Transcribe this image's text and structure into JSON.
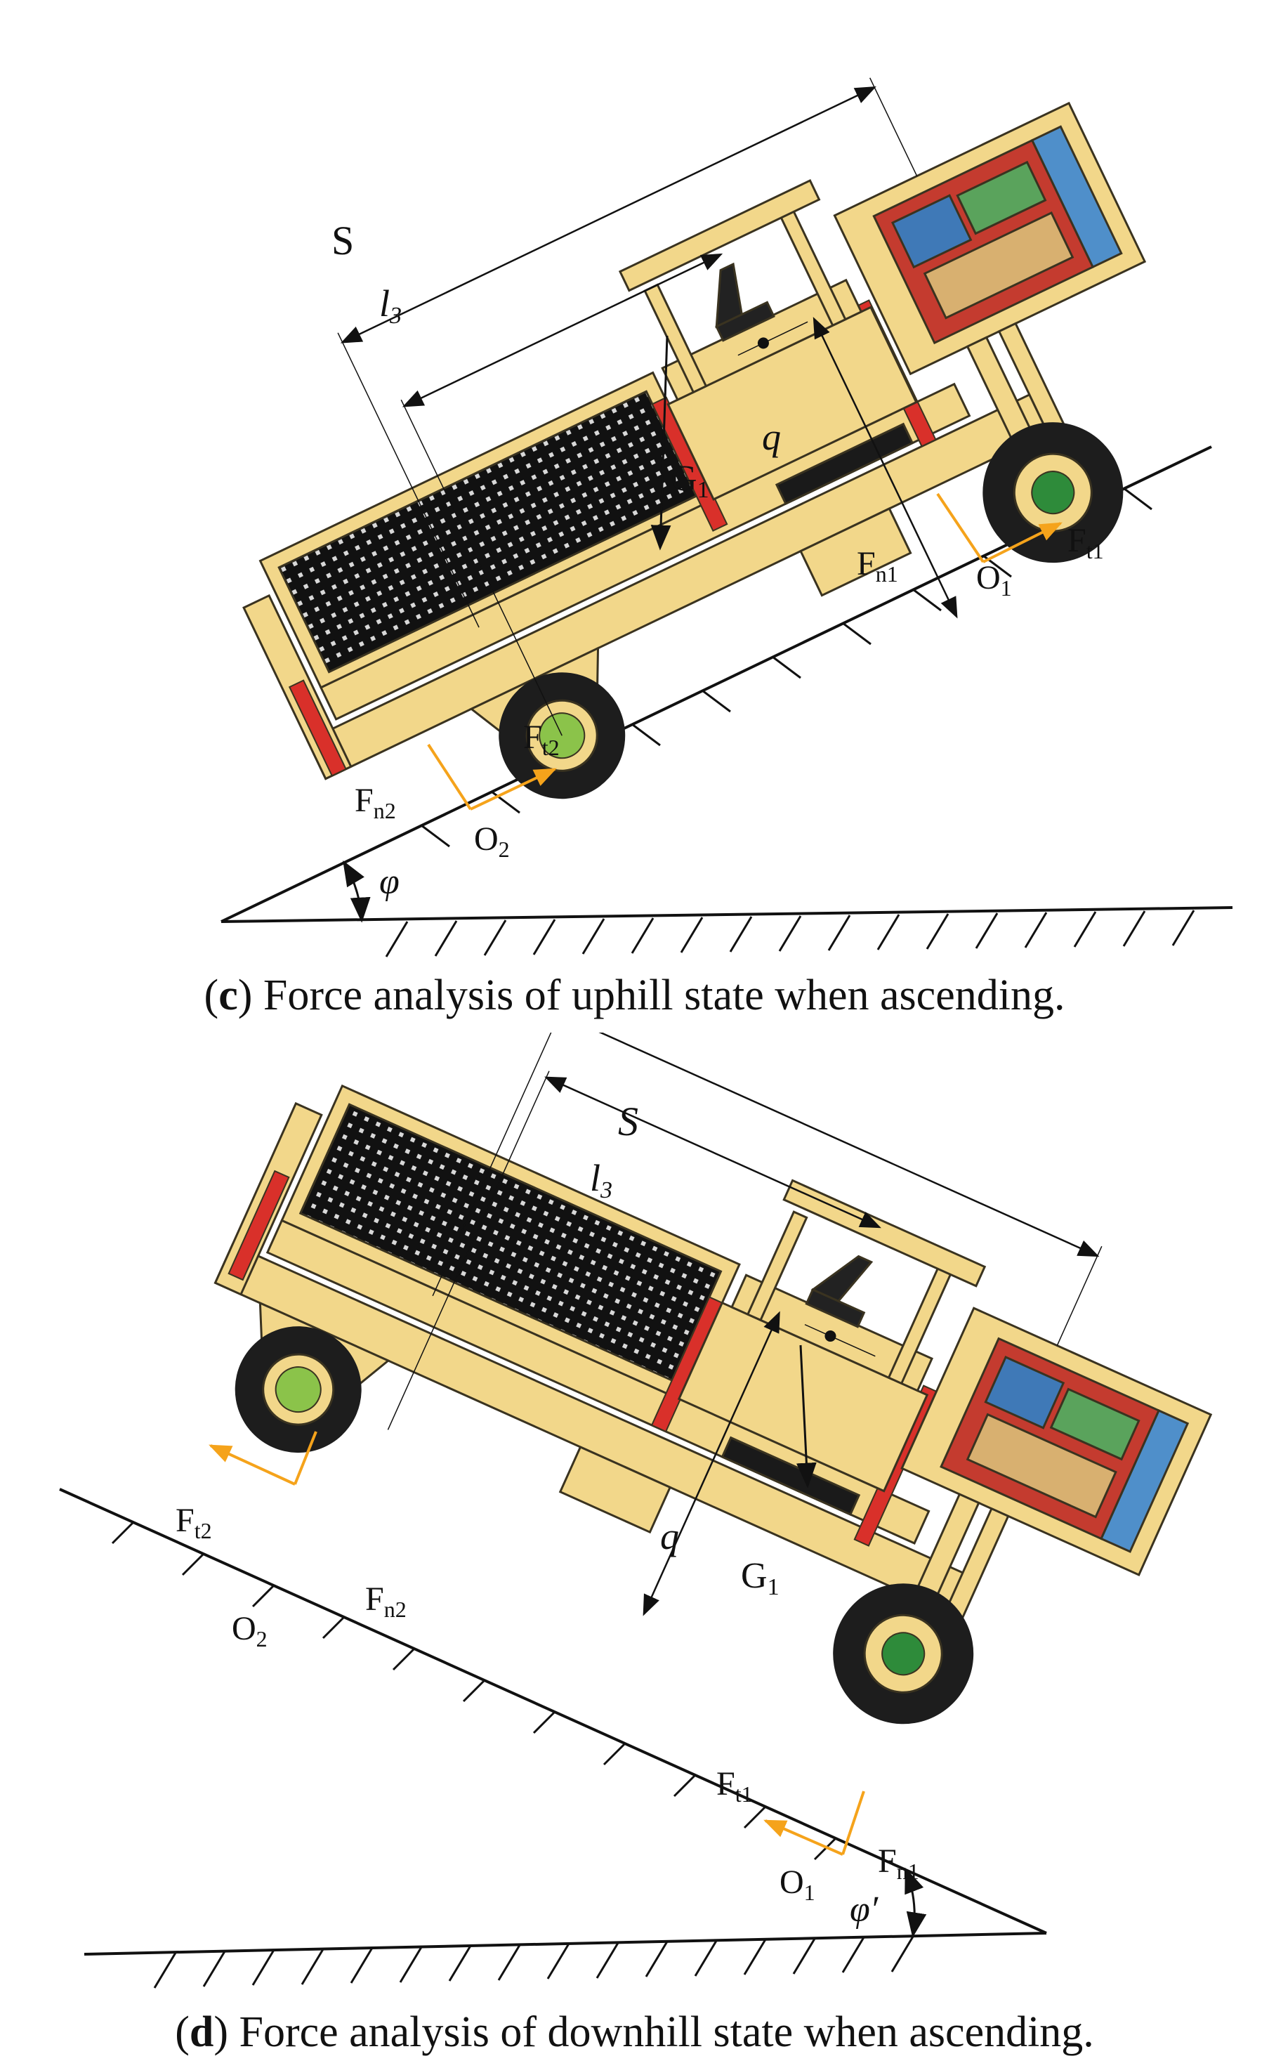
{
  "panel_c": {
    "caption_letter": "c",
    "caption_text": "Force analysis of uphill state when ascending.",
    "labels": {
      "s": "S",
      "l3": "l",
      "l3_sub": "3",
      "q": "q",
      "g1": "G",
      "g1_sub": "1",
      "fn1": "F",
      "fn1_sub": "n1",
      "ft1": "F",
      "ft1_sub": "t1",
      "o1": "O",
      "o1_sub": "1",
      "fn2": "F",
      "fn2_sub": "n2",
      "ft2": "F",
      "ft2_sub": "t2",
      "o2": "O",
      "o2_sub": "2",
      "angle": "φ"
    }
  },
  "panel_d": {
    "caption_letter": "d",
    "caption_text": "Force analysis of downhill state when ascending.",
    "labels": {
      "s": "S",
      "l3": "l",
      "l3_sub": "3",
      "q": "q",
      "g1": "G",
      "g1_sub": "1",
      "fn1": "F",
      "fn1_sub": "n1",
      "ft1": "F",
      "ft1_sub": "t1",
      "o1": "O",
      "o1_sub": "1",
      "fn2": "F",
      "fn2_sub": "n2",
      "ft2": "F",
      "ft2_sub": "t2",
      "o2": "O",
      "o2_sub": "2",
      "angle": "φ′"
    }
  },
  "colors": {
    "body_yellow": "#f2d78a",
    "outline": "#3a3320",
    "cylinder_red": "#d9302a",
    "force_orange": "#f5a31b",
    "hub_green": "#8bc34a",
    "tire_black": "#1d1d1d",
    "cargo_black": "#1a1a1a"
  }
}
